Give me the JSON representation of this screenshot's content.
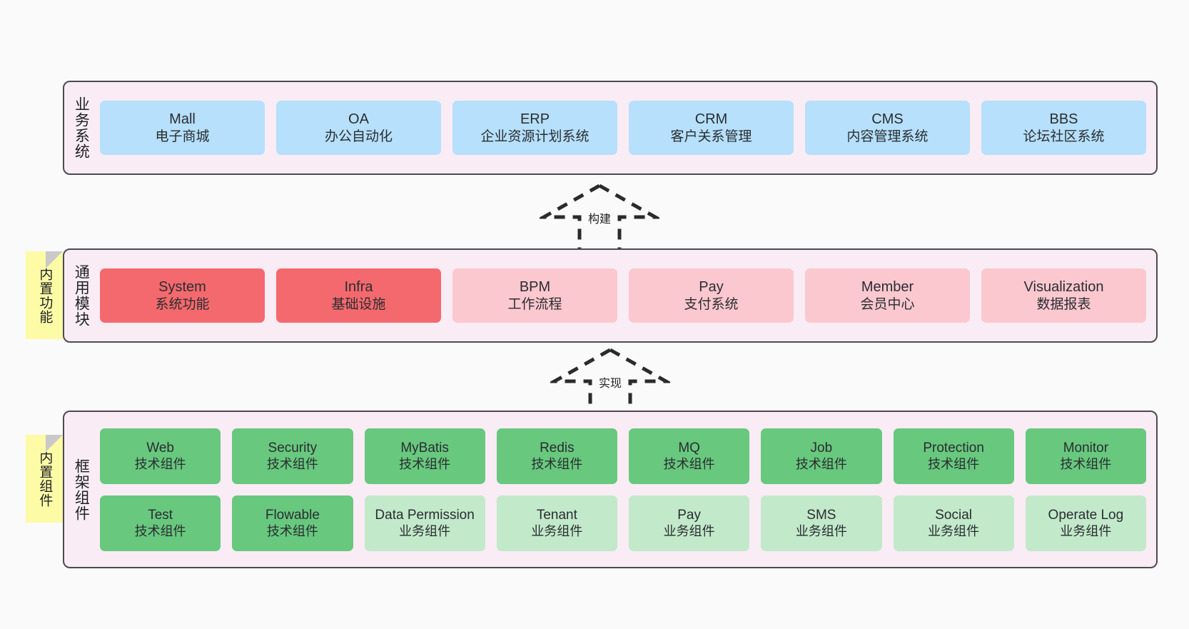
{
  "diagram": {
    "background_color": "#fafafa",
    "container_color": "#f9ecf5",
    "layers": [
      {
        "key": "business",
        "title": "业务系统",
        "accent_color": "#b6e0fb",
        "rows": [
          {
            "cells": [
              {
                "en": "Mall",
                "cn": "电子商城",
                "style": "blue"
              },
              {
                "en": "OA",
                "cn": "办公自动化",
                "style": "blue"
              },
              {
                "en": "ERP",
                "cn": "企业资源计划系统",
                "style": "blue"
              },
              {
                "en": "CRM",
                "cn": "客户关系管理",
                "style": "blue"
              },
              {
                "en": "CMS",
                "cn": "内容管理系统",
                "style": "blue"
              },
              {
                "en": "BBS",
                "cn": "论坛社区系统",
                "style": "blue"
              }
            ]
          }
        ]
      },
      {
        "key": "modules",
        "title": "通用模块",
        "note": "内置功能",
        "accent_color": "#f4696d",
        "rows": [
          {
            "cells": [
              {
                "en": "System",
                "cn": "系统功能",
                "style": "red-strong"
              },
              {
                "en": "Infra",
                "cn": "基础设施",
                "style": "red-strong"
              },
              {
                "en": "BPM",
                "cn": "工作流程",
                "style": "red-light"
              },
              {
                "en": "Pay",
                "cn": "支付系统",
                "style": "red-light"
              },
              {
                "en": "Member",
                "cn": "会员中心",
                "style": "red-light"
              },
              {
                "en": "Visualization",
                "cn": "数据报表",
                "style": "red-light"
              }
            ]
          }
        ]
      },
      {
        "key": "framework",
        "title": "框架组件",
        "note": "内置组件",
        "accent_color": "#68c87e",
        "rows": [
          {
            "cells": [
              {
                "en": "Web",
                "cn": "技术组件",
                "style": "green-strong"
              },
              {
                "en": "Security",
                "cn": "技术组件",
                "style": "green-strong"
              },
              {
                "en": "MyBatis",
                "cn": "技术组件",
                "style": "green-strong"
              },
              {
                "en": "Redis",
                "cn": "技术组件",
                "style": "green-strong"
              },
              {
                "en": "MQ",
                "cn": "技术组件",
                "style": "green-strong"
              },
              {
                "en": "Job",
                "cn": "技术组件",
                "style": "green-strong"
              },
              {
                "en": "Protection",
                "cn": "技术组件",
                "style": "green-strong"
              },
              {
                "en": "Monitor",
                "cn": "技术组件",
                "style": "green-strong"
              }
            ]
          },
          {
            "cells": [
              {
                "en": "Test",
                "cn": "技术组件",
                "style": "green-strong"
              },
              {
                "en": "Flowable",
                "cn": "技术组件",
                "style": "green-strong"
              },
              {
                "en": "Data Permission",
                "cn": "业务组件",
                "style": "green-light"
              },
              {
                "en": "Tenant",
                "cn": "业务组件",
                "style": "green-light"
              },
              {
                "en": "Pay",
                "cn": "业务组件",
                "style": "green-light"
              },
              {
                "en": "SMS",
                "cn": "业务组件",
                "style": "green-light"
              },
              {
                "en": "Social",
                "cn": "业务组件",
                "style": "green-light"
              },
              {
                "en": "Operate Log",
                "cn": "业务组件",
                "style": "green-light"
              }
            ]
          }
        ]
      }
    ],
    "connectors": [
      {
        "key": "build",
        "label": "构建",
        "from": "modules",
        "to": "business"
      },
      {
        "key": "implement",
        "label": "实现",
        "from": "framework",
        "to": "modules"
      }
    ],
    "notes": [
      {
        "key": "functions",
        "text": "内置功能"
      },
      {
        "key": "components",
        "text": "内置组件"
      }
    ]
  }
}
